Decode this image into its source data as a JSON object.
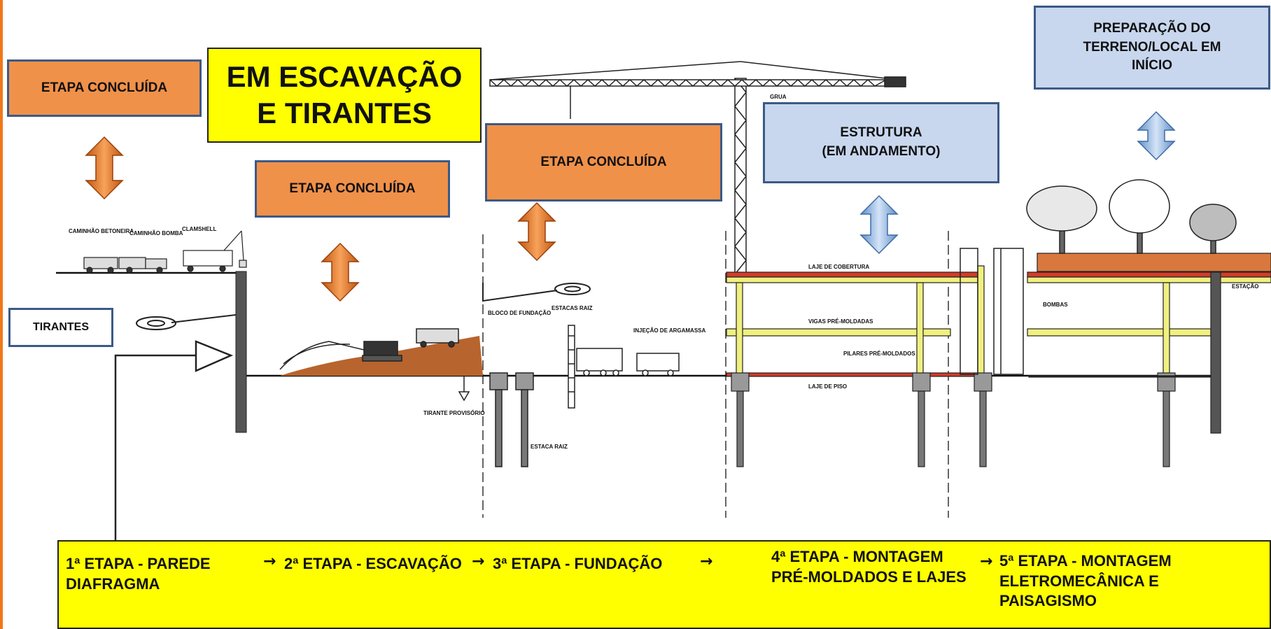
{
  "status_boxes": {
    "etapa_concluida_1": "ETAPA CONCLUÍDA",
    "em_escavacao": "EM ESCAVAÇÃO E TIRANTES",
    "etapa_concluida_2": "ETAPA CONCLUÍDA",
    "etapa_concluida_3": "ETAPA CONCLUÍDA",
    "estrutura": "ESTRUTURA\n(EM ANDAMENTO)",
    "preparacao": "PREPARAÇÃO DO TERRENO/LOCAL EM INÍCIO",
    "tirantes": "TIRANTES"
  },
  "drawing_labels": {
    "caminhao_betoneira": "CAMINHÃO BETONEIRA",
    "caminhao_bomba": "CAMINHÃO BOMBA",
    "clamshell": "CLAMSHELL",
    "tirante_provisorio": "TIRANTE PROVISÓRIO",
    "bloco_fundacao": "BLOCO DE FUNDAÇÃO",
    "estacas_raiz": "ESTACAS RAIZ",
    "injecao_argamassa": "INJEÇÃO DE ARGAMASSA",
    "estaca_raiz": "ESTACA RAIZ",
    "grua": "GRUA",
    "laje_cobertura": "LAJE DE COBERTURA",
    "vigas_pre_moldadas": "VIGAS PRÉ-MOLDADAS",
    "pilares_pre_moldados": "PILARES PRÉ-MOLDADOS",
    "laje_piso": "LAJE DE PISO",
    "bombas": "BOMBAS",
    "edge_label": "ESTAÇÃO"
  },
  "stages": {
    "s1": "1ª ETAPA - PAREDE\nDIAFRAGMA",
    "s2": "2ª ETAPA - ESCAVAÇÃO",
    "s3": "3ª ETAPA - FUNDAÇÃO",
    "s4": "4ª ETAPA - MONTAGEM\nPRÉ-MOLDADOS E LAJES",
    "s5": "5ª ETAPA - MONTAGEM\nELETROMECÂNICA E\nPAISAGISMO",
    "arrow": "→"
  },
  "colors": {
    "orange_box": "#f0914a",
    "blue_box": "#c8d7ee",
    "yellow": "#ffff00",
    "border_blue": "#3b5a86",
    "frame_orange": "#f07818",
    "soil": "#b8642e",
    "slab_red": "#d23c2a",
    "pillar_yellow": "#f0f080"
  }
}
